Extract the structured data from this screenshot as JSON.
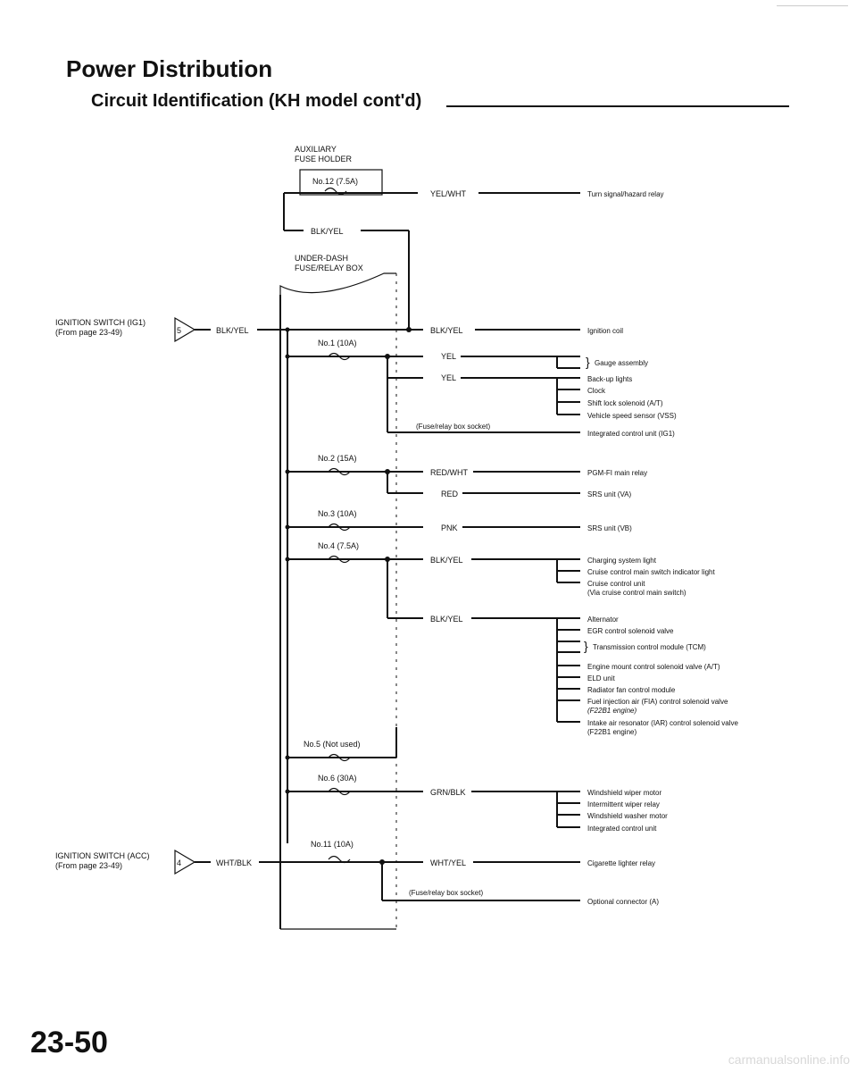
{
  "title": "Power Distribution",
  "subtitle": "Circuit Identification (KH model cont'd)",
  "page_number": "23-50",
  "watermark": "carmanualsonline.info",
  "headers": {
    "aux_line1": "AUXILIARY",
    "aux_line2": "FUSE HOLDER",
    "box_line1": "UNDER-DASH",
    "box_line2": "FUSE/RELAY BOX"
  },
  "inputs": {
    "ig1_line1": "IGNITION SWITCH (IG1)",
    "ig1_line2": "(From page 23-49)",
    "ig1_pin": "5",
    "ig1_wire": "BLK/YEL",
    "acc_line1": "IGNITION SWITCH (ACC)",
    "acc_line2": "(From page 23-49)",
    "acc_pin": "4",
    "acc_wire": "WHT/BLK"
  },
  "fuses": {
    "f12": "No.12 (7.5A)",
    "f1": "No.1 (10A)",
    "f2": "No.2 (15A)",
    "f3": "No.3 (10A)",
    "f4": "No.4 (7.5A)",
    "f5": "No.5 (Not used)",
    "f6": "No.6 (30A)",
    "f11": "No.11 (10A)"
  },
  "wires": {
    "yelwht": "YEL/WHT",
    "aux_blkyel": "BLK/YEL",
    "blkyel_ign": "BLK/YEL",
    "yel1": "YEL",
    "yel2": "YEL",
    "socket1": "(Fuse/relay box socket)",
    "redwht": "RED/WHT",
    "red": "RED",
    "pnk": "PNK",
    "blkyel4a": "BLK/YEL",
    "blkyel4b": "BLK/YEL",
    "grnblk": "GRN/BLK",
    "whtyel": "WHT/YEL",
    "socket2": "(Fuse/relay box socket)"
  },
  "loads": {
    "turn": "Turn signal/hazard relay",
    "ignition_coil": "Ignition coil",
    "gauge": "Gauge assembly",
    "backup": "Back-up lights",
    "clock": "Clock",
    "shiftlock": "Shift lock solenoid (A/T)",
    "vss": "Vehicle speed sensor (VSS)",
    "icu_ig1": "Integrated control unit (IG1)",
    "pgm": "PGM-FI main relay",
    "srs_va": "SRS unit (VA)",
    "srs_vb": "SRS unit (VB)",
    "charging": "Charging system light",
    "cruise_ind": "Cruise control main switch indicator light",
    "cruise_unit": "Cruise control unit",
    "cruise_via": "(Via cruise control main switch)",
    "alternator": "Alternator",
    "egr": "EGR control solenoid valve",
    "tcm": "Transmission control module (TCM)",
    "engine_mount": "Engine mount control solenoid valve (A/T)",
    "eld": "ELD unit",
    "radiator": "Radiator fan control module",
    "fia": "Fuel injection air (FIA) control solenoid valve",
    "fia_note": "(F22B1 engine)",
    "iar": "Intake air resonator (IAR) control solenoid valve",
    "iar_note": "(F22B1 engine)",
    "wiper": "Windshield wiper motor",
    "int_wiper": "Intermittent wiper relay",
    "washer": "Windshield washer motor",
    "icu": "Integrated control unit",
    "cigarette": "Cigarette lighter relay",
    "optional": "Optional connector (A)"
  }
}
